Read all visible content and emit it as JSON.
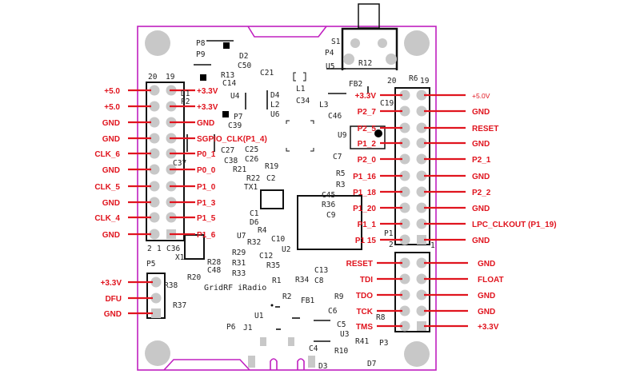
{
  "board_name": "GridRF iRadio",
  "colors": {
    "outline": "#c020c0",
    "annotation": "#e0141e",
    "silkscreen": "#222222",
    "pad": "#c8c8c8"
  },
  "left_header": {
    "label_20": "20",
    "label_19": "19",
    "label_2": "2",
    "label_1": "1",
    "outer": [
      "+5.0",
      "+5.0",
      "GND",
      "GND",
      "CLK_6",
      "GND",
      "CLK_5",
      "GND",
      "CLK_4",
      "GND"
    ],
    "inner": [
      "+3.3V",
      "+3.3V",
      "GND",
      "SGPIO_CLK(P1_4)",
      "P0_1",
      "P0_0",
      "P1_0",
      "P1_3",
      "P1_5",
      "P1_6"
    ]
  },
  "right_header": {
    "label_20": "20",
    "label_19": "19",
    "label_2": "2",
    "label_1": "1",
    "inner": [
      "+3.3V",
      "P2_7",
      "P2_5",
      "P1_2",
      "P2_0",
      "P1_16",
      "P1_18",
      "P1_20",
      "P1_1",
      "P1 15"
    ],
    "outer": [
      "+5.0V",
      "GND",
      "RESET",
      "GND",
      "P2_1",
      "GND",
      "P2_2",
      "GND",
      "LPC_CLKOUT  (P1_19)",
      "GND"
    ]
  },
  "jtag_header": {
    "left": [
      "RESET",
      "TDI",
      "TDO",
      "TCK",
      "TMS"
    ],
    "right": [
      "GND",
      "FLOAT",
      "GND",
      "GND",
      "+3.3V"
    ]
  },
  "p5_header": {
    "labels": [
      "+3.3V",
      "DFU",
      "GND"
    ]
  },
  "silkscreen": {
    "P8": "P8",
    "P9": "P9",
    "D2": "D2",
    "C50": "C50",
    "R13": "R13",
    "C14": "C14",
    "C21": "C21",
    "D1": "D1",
    "P2": "P2",
    "P7": "P7",
    "C39": "C39",
    "U4": "U4",
    "D4": "D4",
    "L2": "L2",
    "U6": "U6",
    "C27": "C27",
    "C25": "C25",
    "C26": "C26",
    "C38": "C38",
    "R21": "R21",
    "R19": "R19",
    "R22": "R22",
    "C2": "C2",
    "TX1": "TX1",
    "C37": "C37",
    "C1": "C1",
    "D6": "D6",
    "U7": "U7",
    "R4": "R4",
    "R32": "R32",
    "C10": "C10",
    "U2": "U2",
    "R29": "R29",
    "C12": "C12",
    "R31": "R31",
    "R35": "R35",
    "R33": "R33",
    "C13": "C13",
    "R28": "R28",
    "C48": "C48",
    "X1": "X1",
    "C36": "C36",
    "P5": "P5",
    "R20": "R20",
    "R38": "R38",
    "R1": "R1",
    "R34": "R34",
    "C8": "C8",
    "R2": "R2",
    "FB1": "FB1",
    "R37": "R37",
    "U1": "U1",
    "C6": "C6",
    "R8": "R8",
    "R9": "R9",
    "C5": "C5",
    "R41": "R41",
    "U3": "U3",
    "P6": "P6",
    "J1": "J1",
    "P3": "P3",
    "C4": "C4",
    "R10": "R10",
    "D7": "D7",
    "D3": "D3",
    "S1": "S1",
    "P4": "P4",
    "U5": "U5",
    "R12": "R12",
    "L1": "L1",
    "C34": "C34",
    "L3": "L3",
    "C46": "C46",
    "FB2": "FB2",
    "C19": "C19",
    "R6": "R6",
    "U9": "U9",
    "C7": "C7",
    "R5": "R5",
    "R3": "R3",
    "C45": "C45",
    "R36": "R36",
    "C9": "C9",
    "P1": "P1"
  }
}
